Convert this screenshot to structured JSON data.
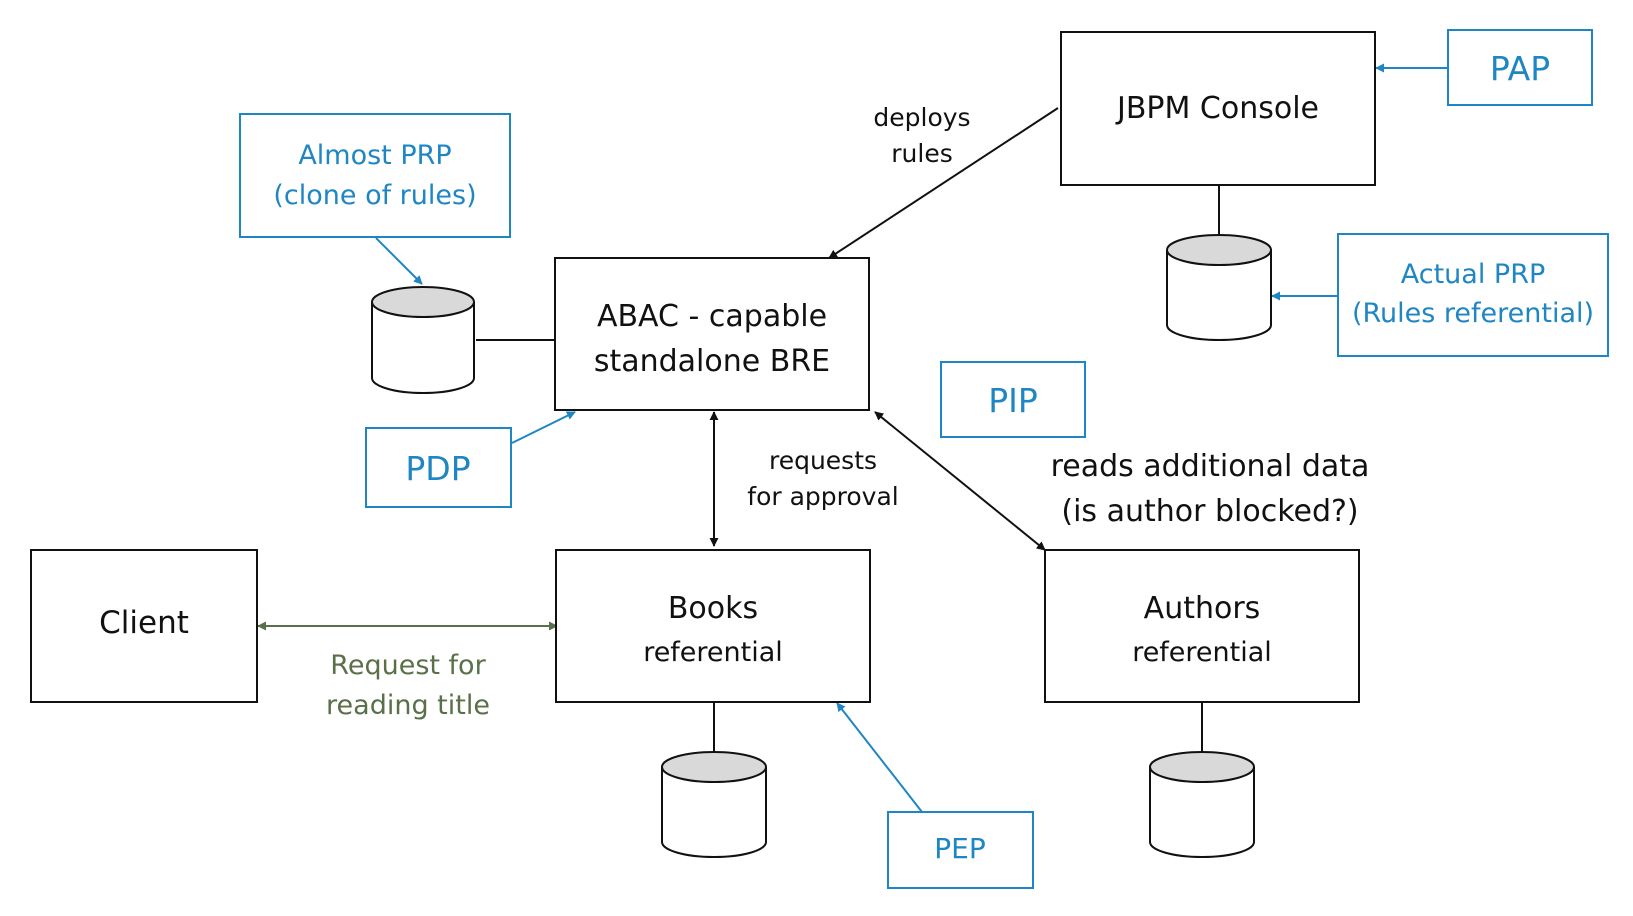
{
  "colors": {
    "black": "#111111",
    "blue": "#1f86c4",
    "green": "#5a7048",
    "cylinder_top": "#d9d9d9"
  },
  "nodes": {
    "jbpm_console": {
      "label": "JBPM Console"
    },
    "abac_bre": {
      "line1": "ABAC - capable",
      "line2": "standalone BRE"
    },
    "client": {
      "label": "Client"
    },
    "books": {
      "title": "Books",
      "subtitle": "referential"
    },
    "authors": {
      "title": "Authors",
      "subtitle": "referential"
    }
  },
  "roles": {
    "pap": "PAP",
    "almost_prp": {
      "line1": "Almost PRP",
      "line2": "(clone of rules)"
    },
    "actual_prp": {
      "line1": "Actual PRP",
      "line2": "(Rules referential)"
    },
    "pip": "PIP",
    "pdp": "PDP",
    "pep": "PEP"
  },
  "edges": {
    "deploys": {
      "line1": "deploys",
      "line2": "rules"
    },
    "requests": {
      "line1": "requests",
      "line2": "for approval"
    },
    "reads": {
      "line1": "reads additional data",
      "line2": "(is author blocked?)"
    },
    "client_request": {
      "line1": "Request for",
      "line2": "reading title"
    }
  }
}
